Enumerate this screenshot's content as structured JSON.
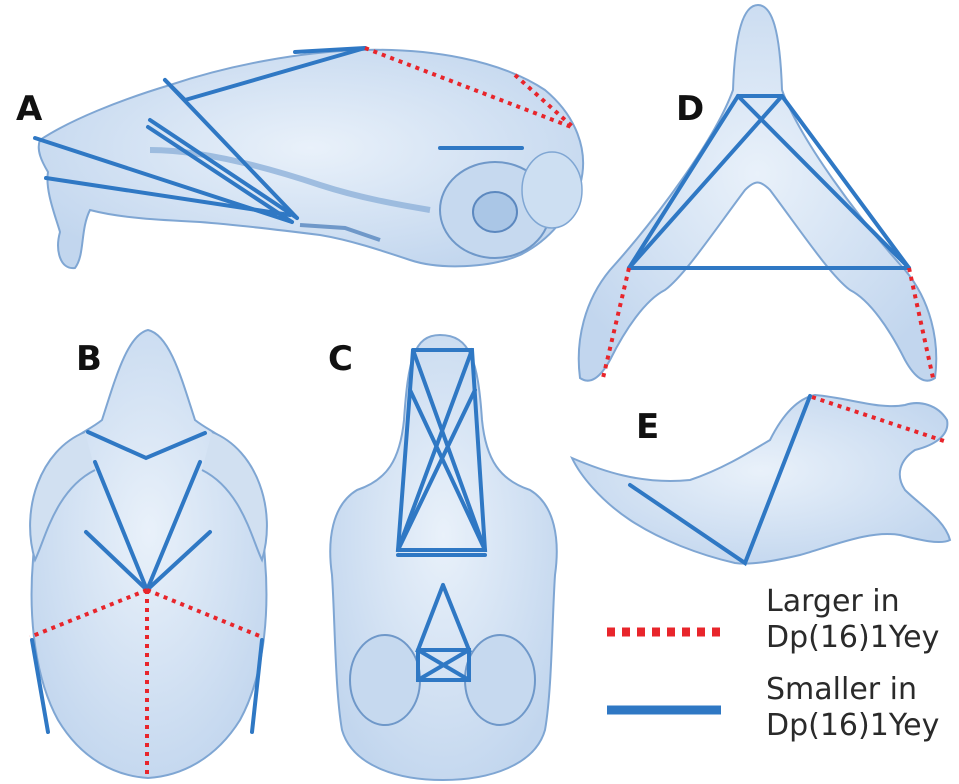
{
  "panels": [
    {
      "letter": "A",
      "view": "skull-lateral"
    },
    {
      "letter": "B",
      "view": "skull-dorsal"
    },
    {
      "letter": "C",
      "view": "skull-ventral"
    },
    {
      "letter": "D",
      "view": "mandible-dorsal"
    },
    {
      "letter": "E",
      "view": "mandible-lateral"
    }
  ],
  "legend": {
    "larger": {
      "line1": "Larger in",
      "line2": "Dp(16)1Yey",
      "style": "dotted",
      "color": "#e8252b"
    },
    "smaller": {
      "line1": "Smaller in",
      "line2": "Dp(16)1Yey",
      "style": "solid",
      "color": "#2f78c4"
    }
  },
  "colors": {
    "bone_fill": "#d3e2f2",
    "bone_stroke": "#7fa6d3",
    "bone_shade": "#9dbbe0"
  }
}
